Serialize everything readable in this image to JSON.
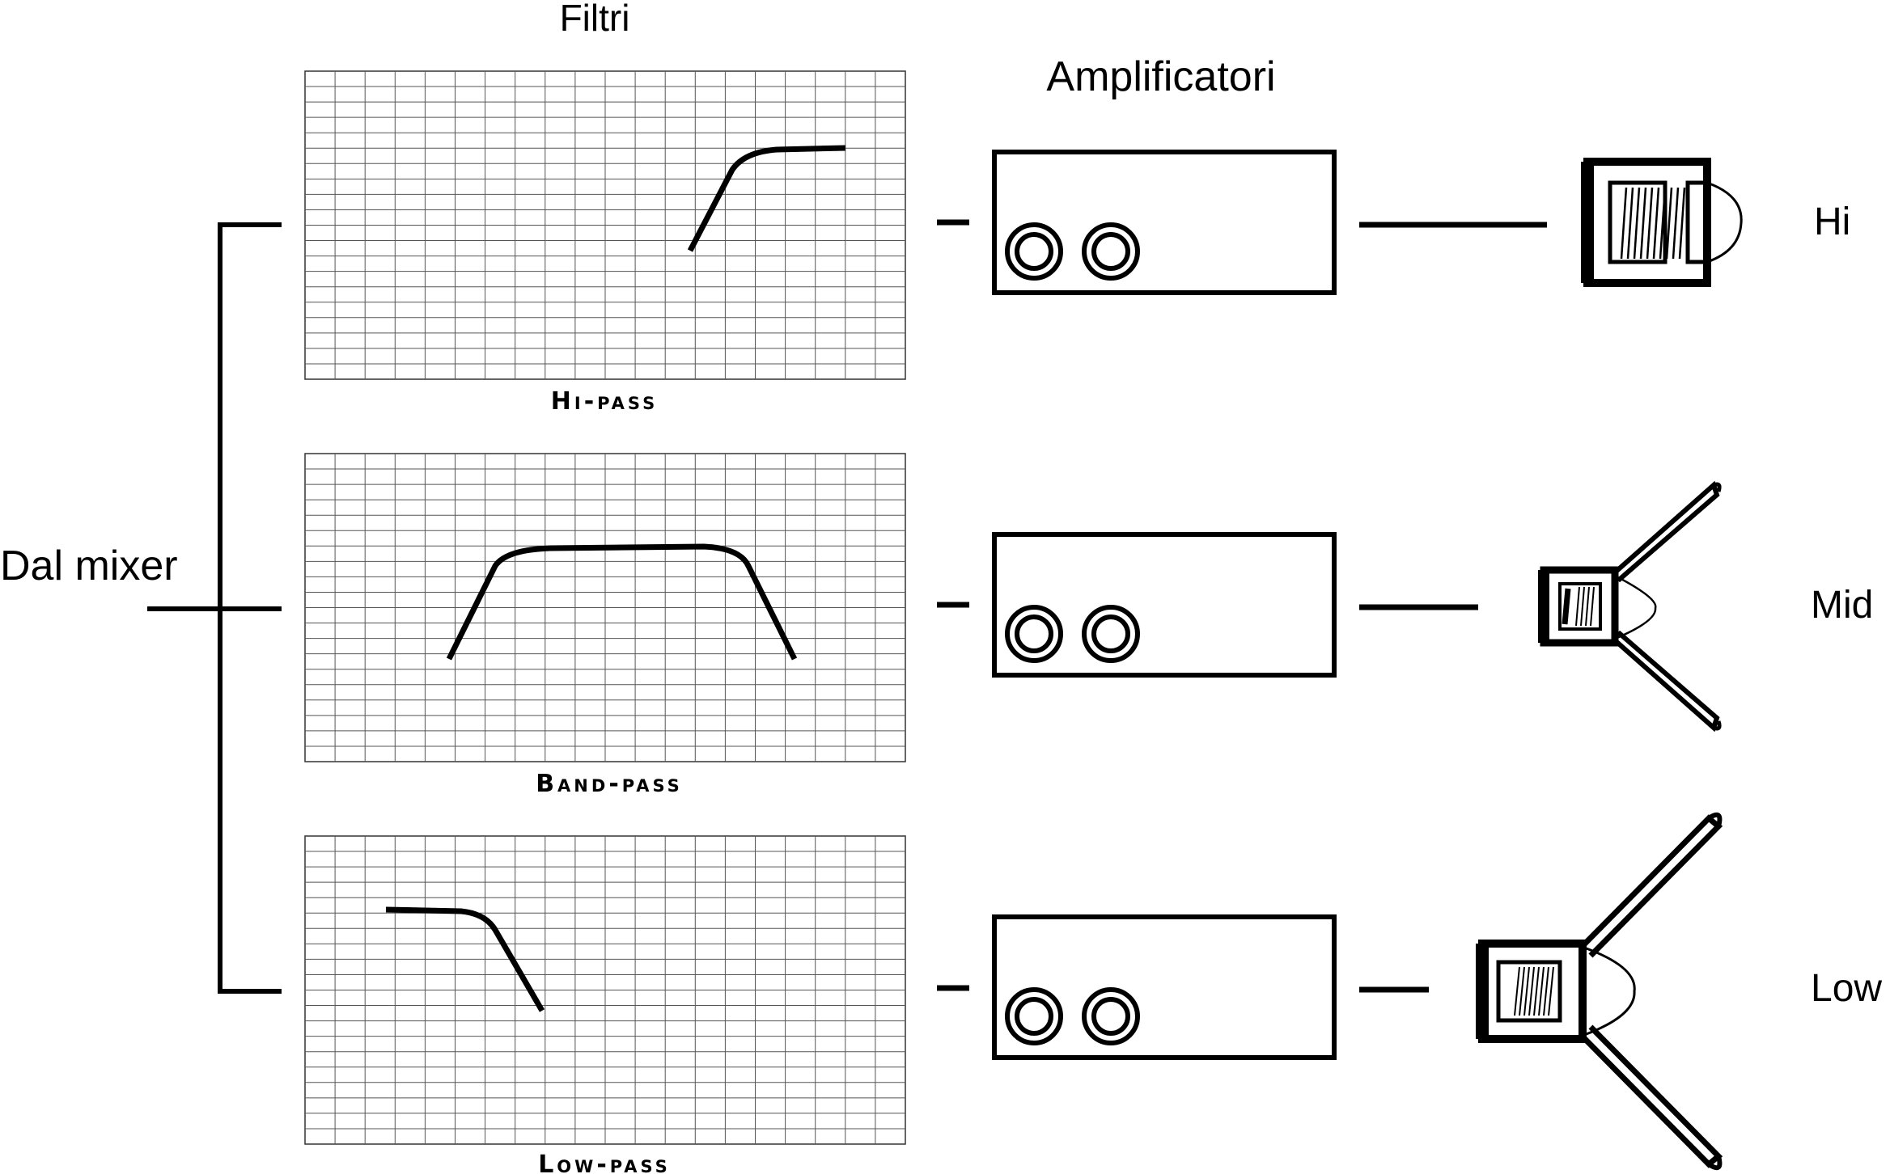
{
  "source_label": "Dal mixer",
  "filters_heading": "Filtri",
  "amplifiers_heading": "Amplificatori",
  "filters": [
    {
      "caption": "Hi-pass"
    },
    {
      "caption": "Band-pass"
    },
    {
      "caption": "Low-pass"
    }
  ],
  "speakers": [
    {
      "label": "Hi"
    },
    {
      "label": "Mid"
    },
    {
      "label": "Low"
    }
  ],
  "colors": {
    "line": "#000000",
    "grid": "#555555",
    "background": "#ffffff"
  }
}
